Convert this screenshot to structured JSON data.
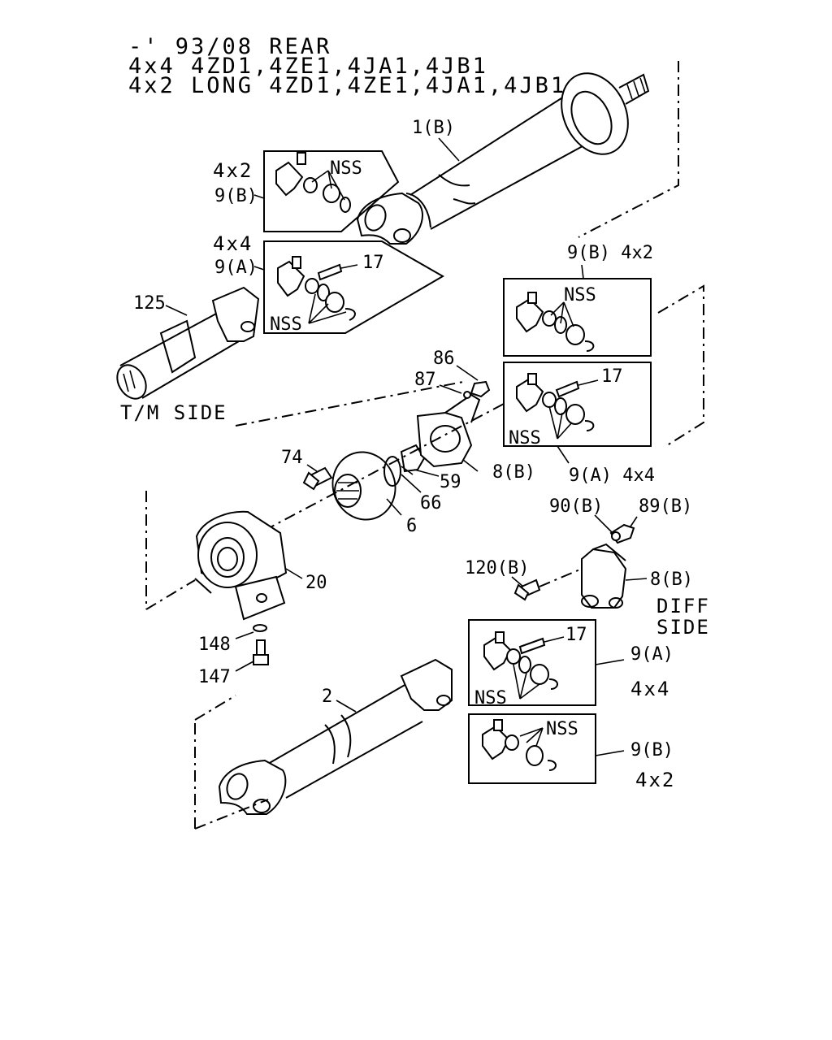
{
  "header": {
    "line1": "-' 93/08  REAR",
    "line2": "4x4  4ZD1,4ZE1,4JA1,4JB1",
    "line3": "4x2  LONG 4ZD1,4ZE1,4JA1,4JB1"
  },
  "side_labels": {
    "tm_side": "T/M SIDE",
    "diff_side_1": "DIFF",
    "diff_side_2": "SIDE"
  },
  "callouts": {
    "c1b": "1(B)",
    "c4x2_top": "4x2",
    "c9b_top": "9(B)",
    "nss_top": "NSS",
    "c4x4_left": "4x4",
    "c9a_left": "9(A)",
    "c17_left": "17",
    "nss_left": "NSS",
    "c125": "125",
    "c9b_right_hdr": "9(B) 4x2",
    "nss_right_top": "NSS",
    "c17_right": "17",
    "nss_right_bottom": "NSS",
    "c9a_right_hdr": "9(A) 4x4",
    "c86": "86",
    "c87": "87",
    "c74": "74",
    "c59": "59",
    "c8b_mid": "8(B)",
    "c66": "66",
    "c6": "6",
    "c90b": "90(B)",
    "c89b": "89(B)",
    "c20": "20",
    "c120b": "120(B)",
    "c8b_low": "8(B)",
    "c148": "148",
    "c147": "147",
    "c17_low": "17",
    "c9a_low": "9(A)",
    "c4x4_low": "4x4",
    "nss_low1": "NSS",
    "c2": "2",
    "nss_low2": "NSS",
    "c9b_low": "9(B)",
    "c4x2_low": "4x2"
  }
}
